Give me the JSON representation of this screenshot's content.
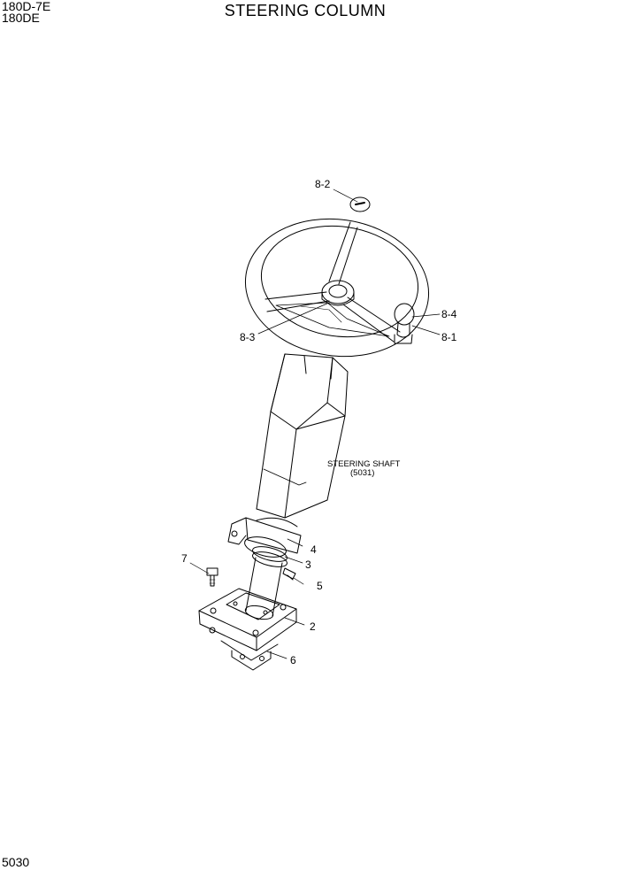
{
  "header": {
    "model_codes": [
      "180D-7E",
      "180DE"
    ],
    "title": "STEERING COLUMN"
  },
  "footer": {
    "page_number": "5030"
  },
  "callouts": {
    "p8_2": "8-2",
    "p8_3": "8-3",
    "p8_4": "8-4",
    "p8_1": "8-1",
    "p7": "7",
    "p4": "4",
    "p3": "3",
    "p5": "5",
    "p2": "2",
    "p6": "6"
  },
  "reference": {
    "name": "STEERING SHAFT",
    "code": "(5031)"
  }
}
